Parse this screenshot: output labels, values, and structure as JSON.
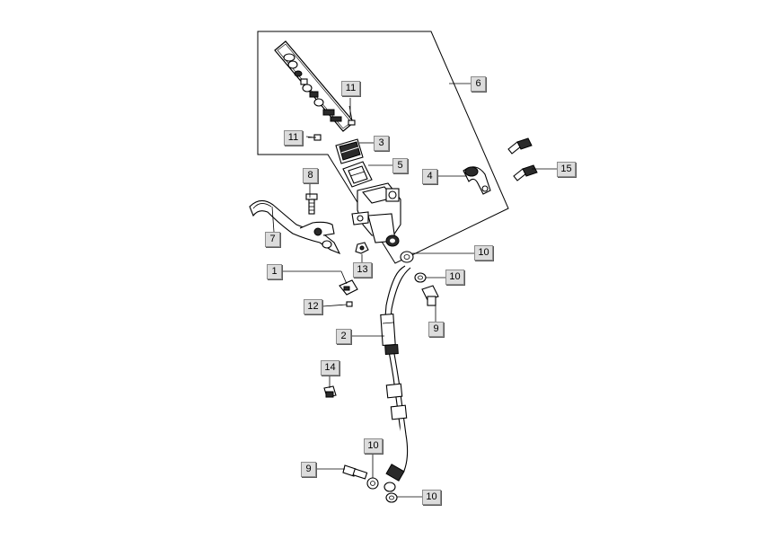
{
  "diagram": {
    "callouts": [
      {
        "id": "c11a",
        "label": "11"
      },
      {
        "id": "c11b",
        "label": "11"
      },
      {
        "id": "c3",
        "label": "3"
      },
      {
        "id": "c5",
        "label": "5"
      },
      {
        "id": "c6",
        "label": "6"
      },
      {
        "id": "c4",
        "label": "4"
      },
      {
        "id": "c15",
        "label": "15"
      },
      {
        "id": "c8",
        "label": "8"
      },
      {
        "id": "c7",
        "label": "7"
      },
      {
        "id": "c13",
        "label": "13"
      },
      {
        "id": "c10a",
        "label": "10"
      },
      {
        "id": "c10b",
        "label": "10"
      },
      {
        "id": "c9a",
        "label": "9"
      },
      {
        "id": "c1",
        "label": "1"
      },
      {
        "id": "c12",
        "label": "12"
      },
      {
        "id": "c2",
        "label": "2"
      },
      {
        "id": "c14",
        "label": "14"
      },
      {
        "id": "c10c",
        "label": "10"
      },
      {
        "id": "c9b",
        "label": "9"
      },
      {
        "id": "c10d",
        "label": "10"
      }
    ]
  }
}
